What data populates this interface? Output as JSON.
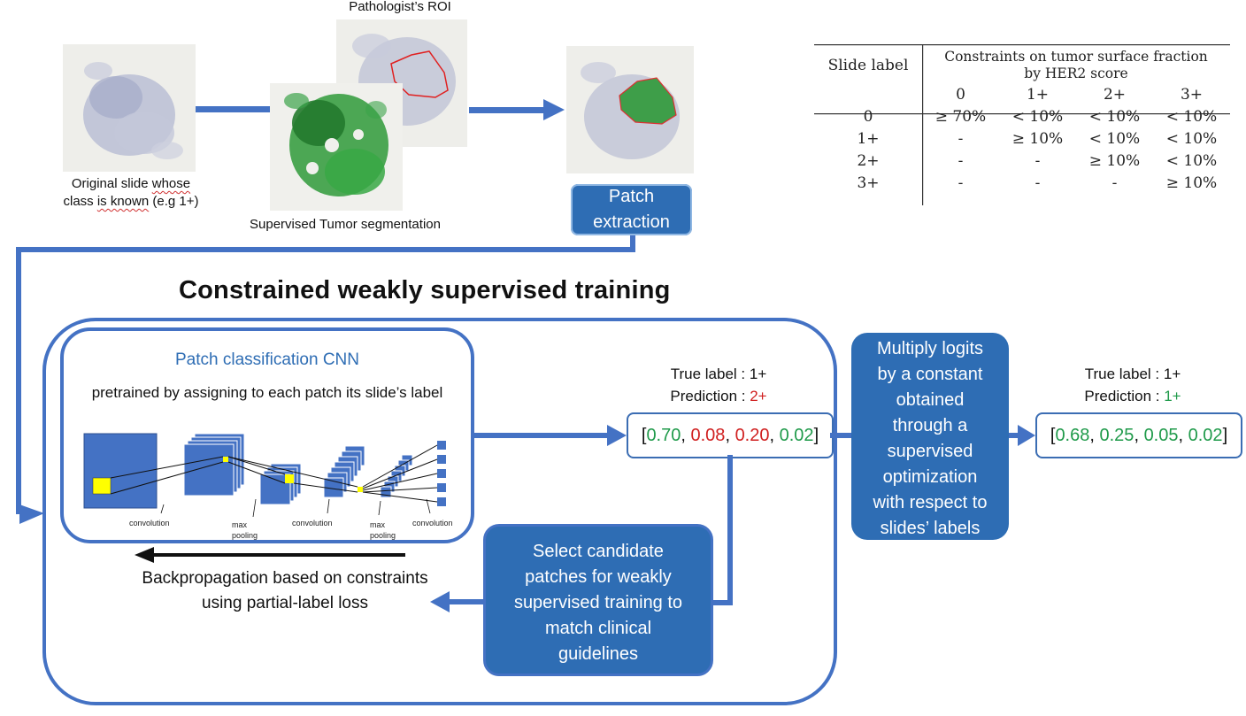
{
  "top": {
    "pathologist_roi": "Pathologist’s ROI",
    "original_caption_line1": "Original slide ",
    "original_caption_whose": "whose",
    "original_caption_line2_pre": "class ",
    "original_caption_is_known": "is known",
    "original_caption_line2_post": " (e.g 1+)",
    "supervised_caption": "Supervised Tumor segmentation",
    "patch_extraction_line1": "Patch",
    "patch_extraction_line2": "extraction"
  },
  "table": {
    "row_header": "Slide label",
    "col_header_line1": "Constraints on tumor surface fraction",
    "col_header_line2": "by HER2 score",
    "scores": [
      "0",
      "1+",
      "2+",
      "3+"
    ],
    "rows": [
      {
        "label": "0",
        "cells": [
          "≥ 70%",
          "< 10%",
          "< 10%",
          "< 10%"
        ]
      },
      {
        "label": "1+",
        "cells": [
          "-",
          "≥ 10%",
          "< 10%",
          "< 10%"
        ]
      },
      {
        "label": "2+",
        "cells": [
          "-",
          "-",
          "≥ 10%",
          "< 10%"
        ]
      },
      {
        "label": "3+",
        "cells": [
          "-",
          "-",
          "-",
          "≥ 10%"
        ]
      }
    ]
  },
  "main": {
    "title": "Constrained weakly supervised training",
    "cnn_title": "Patch classification CNN",
    "cnn_subtitle": "pretrained by assigning to each patch its slide’s label",
    "cnn_labels": {
      "conv1": "convolution",
      "maxpool1_a": "max",
      "maxpool1_b": "pooling",
      "conv2": "convolution",
      "maxpool2_a": "max",
      "maxpool2_b": "pooling",
      "conv3": "convolution"
    },
    "backprop_line1": "Backpropagation based on constraints",
    "backprop_line2": "using partial-label loss",
    "select_box": [
      "Select candidate",
      "patches for weakly",
      "supervised training to",
      "match clinical",
      "guidelines"
    ],
    "multiply_box": [
      "Multiply logits",
      "by a constant",
      "obtained",
      "through a",
      "supervised",
      "optimization",
      "with respect to",
      "slides’ labels"
    ],
    "pred1": {
      "true_label": "True label : 1+",
      "prediction_text": "Prediction : ",
      "prediction_value": "2+",
      "values": [
        "0.70",
        "0.08",
        "0.20",
        "0.02"
      ]
    },
    "pred2": {
      "true_label": "True label : 1+",
      "prediction_text": "Prediction : ",
      "prediction_value": "1+",
      "values": [
        "0.68",
        "0.25",
        "0.05",
        "0.02"
      ]
    }
  },
  "colors": {
    "arrow_blue": "#4472c4",
    "box_blue": "#2e6db4",
    "green": "#1f9a4a",
    "red": "#d02020"
  }
}
